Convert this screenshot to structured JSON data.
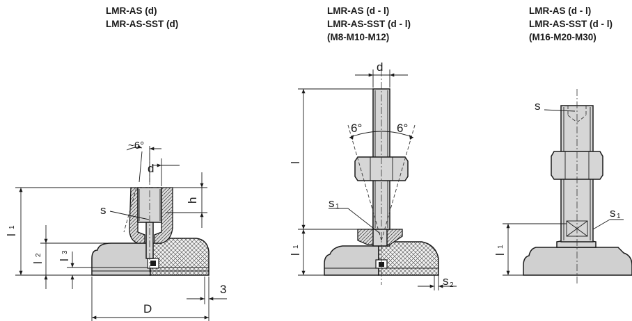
{
  "views": [
    {
      "title_lines": [
        "LMR-AS (d)",
        "LMR-AS-SST (d)"
      ],
      "labels": {
        "angle": "~6°",
        "d": "d",
        "h": "h",
        "s": "s",
        "l1": "l",
        "l1_sub": "1",
        "l2": "l",
        "l2_sub": "2",
        "l3": "l",
        "l3_sub": "3",
        "D": "D",
        "three": "3"
      }
    },
    {
      "title_lines": [
        "LMR-AS (d - l)",
        "LMR-AS-SST (d - l)",
        "(M8-M10-M12)"
      ],
      "labels": {
        "d": "d",
        "angle_left": "6°",
        "angle_right": "6°",
        "l": "l",
        "s1": "s",
        "s1_sub": "1",
        "l1": "l",
        "l1_sub": "1",
        "s2": "s",
        "s2_sub": "2"
      }
    },
    {
      "title_lines": [
        "LMR-AS (d - l)",
        "LMR-AS-SST (d - l)",
        "(M16-M20-M30)"
      ],
      "labels": {
        "s": "s",
        "s1": "s",
        "s1_sub": "1",
        "l1": "l",
        "l1_sub": "1"
      }
    }
  ],
  "colors": {
    "line": "#1a1a1a",
    "metal": "#d6d6d6",
    "background": "#ffffff"
  }
}
